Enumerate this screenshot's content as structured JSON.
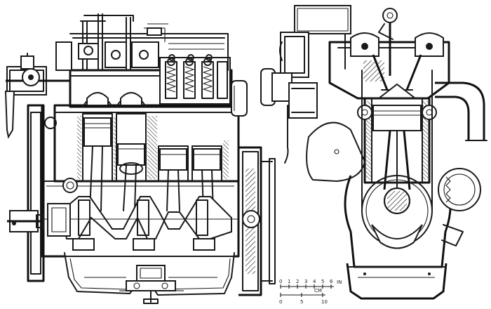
{
  "scale": {
    "inch_ticks": [
      "0",
      "1",
      "2",
      "3",
      "4",
      "5",
      "6"
    ],
    "inch_unit": "IN",
    "cm_ticks": [
      "0",
      "5",
      "10"
    ],
    "cm_unit": "CM"
  }
}
